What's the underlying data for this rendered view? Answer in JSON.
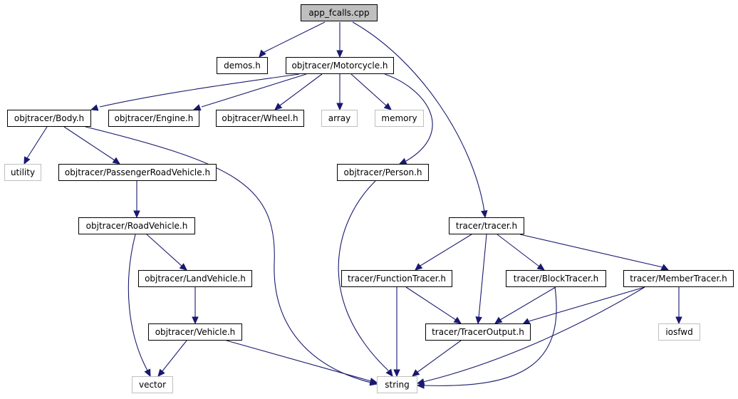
{
  "diagram": {
    "edge_color": "#191970",
    "root_fill": "#bfbfbf",
    "external_border": "#bfbfbf",
    "nodes": [
      {
        "id": "app",
        "label": "app_fcalls.cpp",
        "kind": "root"
      },
      {
        "id": "demos",
        "label": "demos.h",
        "kind": "header"
      },
      {
        "id": "moto",
        "label": "objtracer/Motorcycle.h",
        "kind": "header"
      },
      {
        "id": "body",
        "label": "objtracer/Body.h",
        "kind": "header"
      },
      {
        "id": "engine",
        "label": "objtracer/Engine.h",
        "kind": "header"
      },
      {
        "id": "wheel",
        "label": "objtracer/Wheel.h",
        "kind": "header"
      },
      {
        "id": "array",
        "label": "array",
        "kind": "system"
      },
      {
        "id": "memory",
        "label": "memory",
        "kind": "system"
      },
      {
        "id": "utility",
        "label": "utility",
        "kind": "system"
      },
      {
        "id": "prv",
        "label": "objtracer/PassengerRoadVehicle.h",
        "kind": "header"
      },
      {
        "id": "person",
        "label": "objtracer/Person.h",
        "kind": "header"
      },
      {
        "id": "rv",
        "label": "objtracer/RoadVehicle.h",
        "kind": "header"
      },
      {
        "id": "tracer",
        "label": "tracer/tracer.h",
        "kind": "header"
      },
      {
        "id": "lv",
        "label": "objtracer/LandVehicle.h",
        "kind": "header"
      },
      {
        "id": "ft",
        "label": "tracer/FunctionTracer.h",
        "kind": "header"
      },
      {
        "id": "bt",
        "label": "tracer/BlockTracer.h",
        "kind": "header"
      },
      {
        "id": "mt",
        "label": "tracer/MemberTracer.h",
        "kind": "header"
      },
      {
        "id": "veh",
        "label": "objtracer/Vehicle.h",
        "kind": "header"
      },
      {
        "id": "to",
        "label": "tracer/TracerOutput.h",
        "kind": "header"
      },
      {
        "id": "iosfwd",
        "label": "iosfwd",
        "kind": "system"
      },
      {
        "id": "vector",
        "label": "vector",
        "kind": "system"
      },
      {
        "id": "string",
        "label": "string",
        "kind": "system"
      }
    ],
    "edges": [
      [
        "app",
        "demos"
      ],
      [
        "app",
        "moto"
      ],
      [
        "app",
        "tracer"
      ],
      [
        "moto",
        "body"
      ],
      [
        "moto",
        "engine"
      ],
      [
        "moto",
        "wheel"
      ],
      [
        "moto",
        "array"
      ],
      [
        "moto",
        "memory"
      ],
      [
        "moto",
        "person"
      ],
      [
        "body",
        "utility"
      ],
      [
        "body",
        "prv"
      ],
      [
        "body",
        "string"
      ],
      [
        "prv",
        "rv"
      ],
      [
        "rv",
        "lv"
      ],
      [
        "rv",
        "vector"
      ],
      [
        "lv",
        "veh"
      ],
      [
        "veh",
        "vector"
      ],
      [
        "veh",
        "string"
      ],
      [
        "person",
        "string"
      ],
      [
        "tracer",
        "ft"
      ],
      [
        "tracer",
        "to"
      ],
      [
        "tracer",
        "bt"
      ],
      [
        "tracer",
        "mt"
      ],
      [
        "ft",
        "to"
      ],
      [
        "ft",
        "string"
      ],
      [
        "bt",
        "to"
      ],
      [
        "bt",
        "string"
      ],
      [
        "mt",
        "to"
      ],
      [
        "mt",
        "iosfwd"
      ],
      [
        "mt",
        "string"
      ],
      [
        "to",
        "string"
      ]
    ]
  }
}
